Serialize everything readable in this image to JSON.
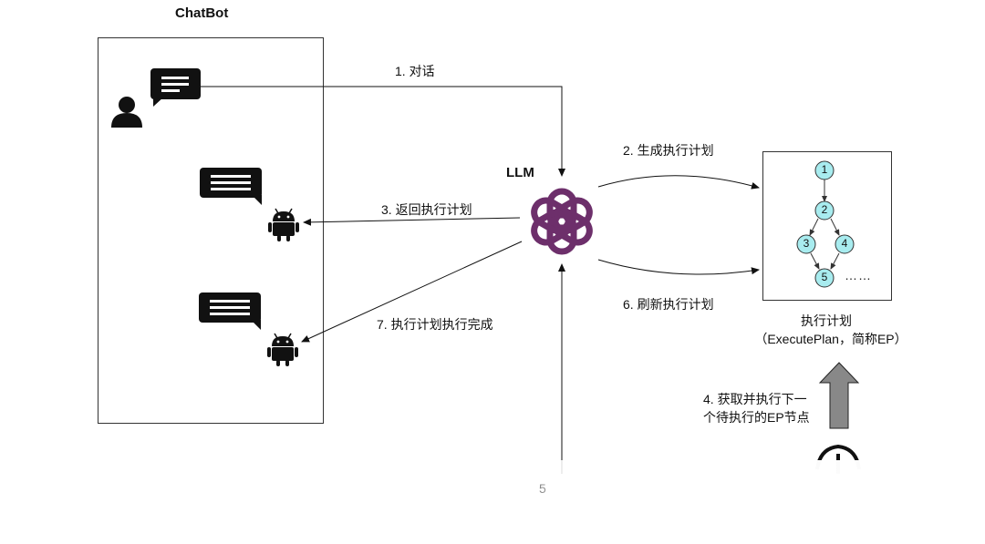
{
  "chatbot": {
    "title": "ChatBot"
  },
  "llm": {
    "label": "LLM"
  },
  "steps": {
    "s1": "1. 对话",
    "s2": "2. 生成执行计划",
    "s3": "3. 返回执行计划",
    "s4_line1": "4. 获取并执行下一",
    "s4_line2": "个待执行的EP节点",
    "s5": "5",
    "s6": "6. 刷新执行计划",
    "s7": "7. 执行计划执行完成"
  },
  "plan": {
    "title": "执行计划",
    "subtitle": "（ExecutePlan，简称EP）",
    "nodes": [
      "1",
      "2",
      "3",
      "4",
      "5"
    ],
    "ellipsis": "……"
  },
  "colors": {
    "node_fill": "#a8ecef",
    "llm_logo": "#6d2f6b",
    "arrow_gray": "#888888"
  },
  "icons": [
    "user-icon",
    "chat-bubble-icon",
    "android-icon",
    "openai-logo-icon",
    "up-arrow-icon"
  ]
}
